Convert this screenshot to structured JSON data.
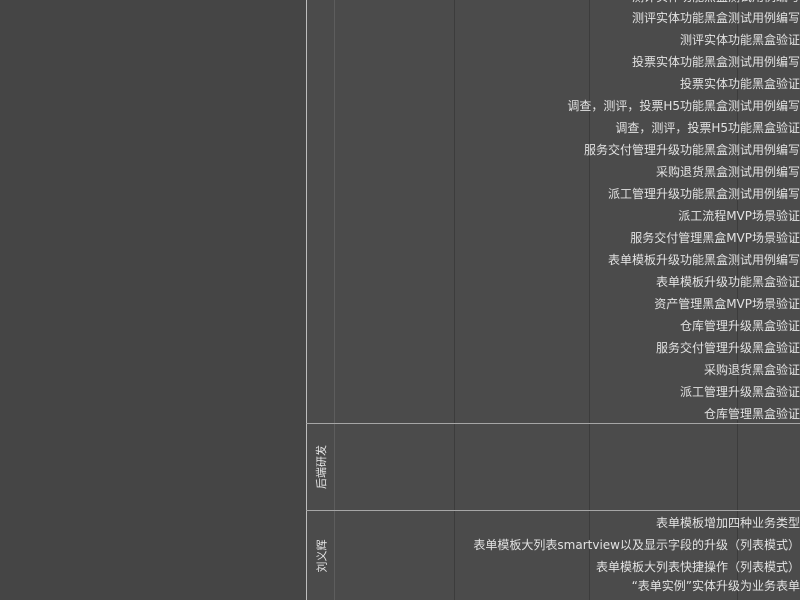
{
  "groups": [
    {
      "label": ""
    },
    {
      "label": "后端研发"
    },
    {
      "label": "刘义辉"
    }
  ],
  "tasks": [
    {
      "text": "测评实体功能黑盒测试用例编写"
    },
    {
      "text": "测评实体功能黑盒测试用例编写"
    },
    {
      "text": "测评实体功能黑盒验证"
    },
    {
      "text": "投票实体功能黑盒测试用例编写"
    },
    {
      "text": "投票实体功能黑盒验证"
    },
    {
      "text": "调查，测评，投票H5功能黑盒测试用例编写"
    },
    {
      "text": "调查，测评，投票H5功能黑盒验证"
    },
    {
      "text": "服务交付管理升级功能黑盒测试用例编写"
    },
    {
      "text": "采购退货黑盒测试用例编写"
    },
    {
      "text": "派工管理升级功能黑盒测试用例编写"
    },
    {
      "text": "派工流程MVP场景验证"
    },
    {
      "text": "服务交付管理黑盒MVP场景验证"
    },
    {
      "text": "表单模板升级功能黑盒测试用例编写"
    },
    {
      "text": "表单模板升级功能黑盒验证"
    },
    {
      "text": "资产管理黑盒MVP场景验证"
    },
    {
      "text": "仓库管理升级黑盒验证"
    },
    {
      "text": "服务交付管理升级黑盒验证"
    },
    {
      "text": "采购退货黑盒验证"
    },
    {
      "text": "派工管理升级黑盒验证"
    },
    {
      "text": "仓库管理黑盒验证"
    },
    {
      "text": "表单模板增加四种业务类型"
    },
    {
      "text": "表单模板大列表smartview以及显示字段的升级（列表模式）"
    },
    {
      "text": "表单模板大列表快捷操作（列表模式）"
    },
    {
      "text": "“表单实例”实体升级为业务表单"
    }
  ]
}
